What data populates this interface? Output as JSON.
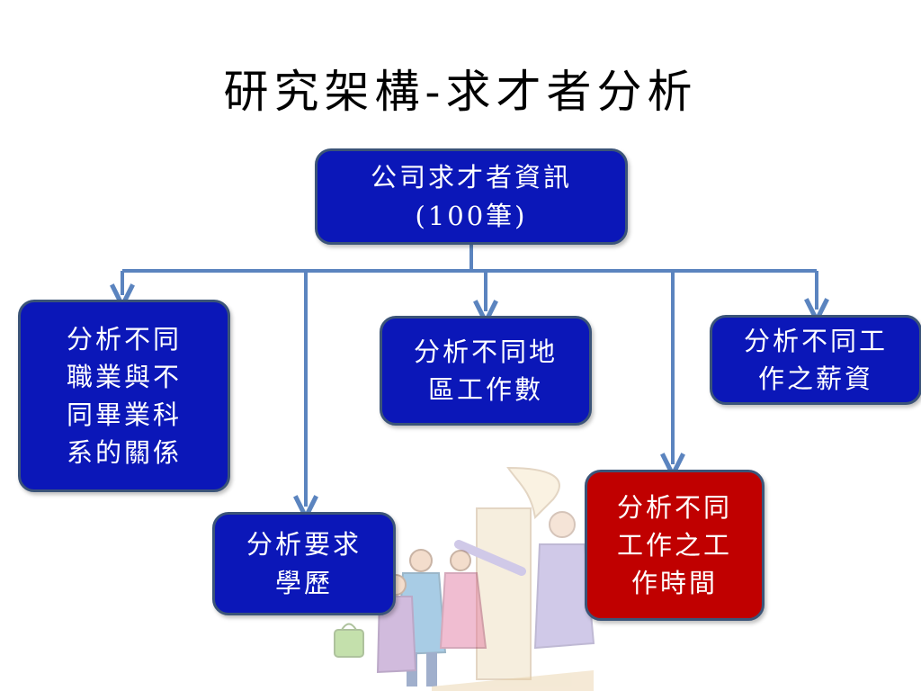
{
  "slide": {
    "title": "研究架構-求才者分析"
  },
  "diagram": {
    "root": {
      "label": "公司求才者資訊\n(100筆)"
    },
    "nodes": [
      {
        "id": "occup",
        "label": "分析不同\n職業與不\n同畢業科\n系的關係",
        "color": "#0b17b8"
      },
      {
        "id": "region",
        "label": "分析不同地\n區工作數",
        "color": "#0b17b8"
      },
      {
        "id": "salary",
        "label": "分析不同工\n作之薪資",
        "color": "#0b17b8"
      },
      {
        "id": "edu",
        "label": "分析要求\n學歷",
        "color": "#0b17b8"
      },
      {
        "id": "hours",
        "label": "分析不同\n工作之工\n作時間",
        "color": "#c00000"
      }
    ],
    "connector_color": "#5b84bf"
  },
  "decor": {
    "illustration_icon": "business-people-clipart"
  }
}
